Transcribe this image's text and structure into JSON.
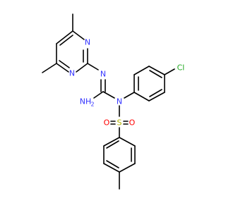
{
  "molecule": {
    "atom_labels": {
      "n_ring1": "N",
      "n_ring2": "N",
      "n_imine": "N",
      "nh2": "NH",
      "nh2_sub": "2",
      "n_amide": "N",
      "s": "S",
      "o_left": "O",
      "o_right": "O",
      "cl": "Cl"
    },
    "colors": {
      "bond": "#000000",
      "nitrogen": "#3333ff",
      "sulfur": "#b3b300",
      "oxygen": "#ff0000",
      "chlorine": "#22aa22"
    }
  }
}
